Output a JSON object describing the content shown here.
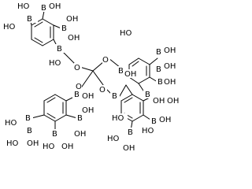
{
  "figure": {
    "kind": "chemical-structure",
    "labels": {
      "ho": "HO",
      "b": "B",
      "oh": "OH",
      "o": "O"
    },
    "colors": {
      "bond": "#000000",
      "text": "#000000",
      "background": "#ffffff"
    }
  }
}
